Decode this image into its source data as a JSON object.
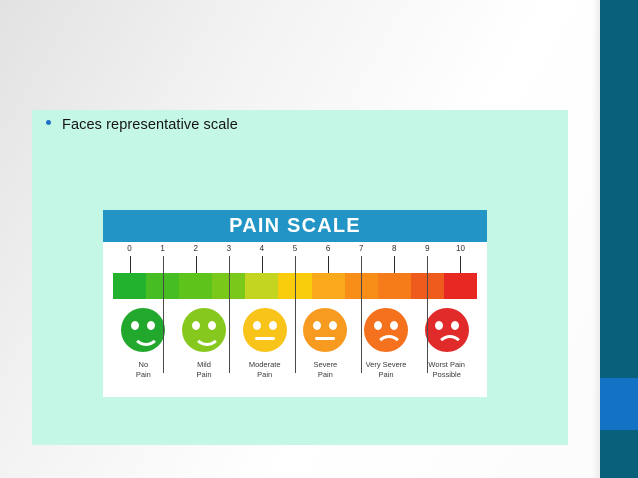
{
  "slide": {
    "bullet_text": "Faces representative scale",
    "bullet_color": "#1f6fc4",
    "panel_color": "#c4f7e6",
    "edge_bar_color": "#09607a",
    "edge_accent_color": "#1372c4"
  },
  "pain_scale": {
    "title": "PAIN SCALE",
    "header_color": "#2295c6",
    "numbers": [
      "0",
      "1",
      "2",
      "3",
      "4",
      "5",
      "6",
      "7",
      "8",
      "9",
      "10"
    ],
    "tick_kinds": [
      "short",
      "long",
      "short",
      "long",
      "short",
      "long",
      "short",
      "long",
      "short",
      "long",
      "short"
    ],
    "gradient_segments": [
      "#22b22e",
      "#46bd23",
      "#5ec41b",
      "#79c81a",
      "#c3d520",
      "#f9cc0c",
      "#f9a91b",
      "#f88e18",
      "#f57c18",
      "#ef5b1c",
      "#e82822"
    ],
    "faces": [
      {
        "name": "no-pain",
        "color": "#22a82c",
        "mouth": "smile",
        "label_line1": "No",
        "label_line2": "Pain"
      },
      {
        "name": "mild-pain",
        "color": "#86c81d",
        "mouth": "smile",
        "label_line1": "Mild",
        "label_line2": "Pain"
      },
      {
        "name": "moderate-pain",
        "color": "#f9c41a",
        "mouth": "flat",
        "label_line1": "Moderate",
        "label_line2": "Pain"
      },
      {
        "name": "severe-pain",
        "color": "#f79a20",
        "mouth": "flat",
        "label_line1": "Severe",
        "label_line2": "Pain"
      },
      {
        "name": "very-severe-pain",
        "color": "#f4721e",
        "mouth": "frown",
        "label_line1": "Very Severe",
        "label_line2": "Pain"
      },
      {
        "name": "worst-pain-possible",
        "color": "#e12a2a",
        "mouth": "frown",
        "label_line1": "Worst Pain",
        "label_line2": "Possible"
      }
    ]
  }
}
